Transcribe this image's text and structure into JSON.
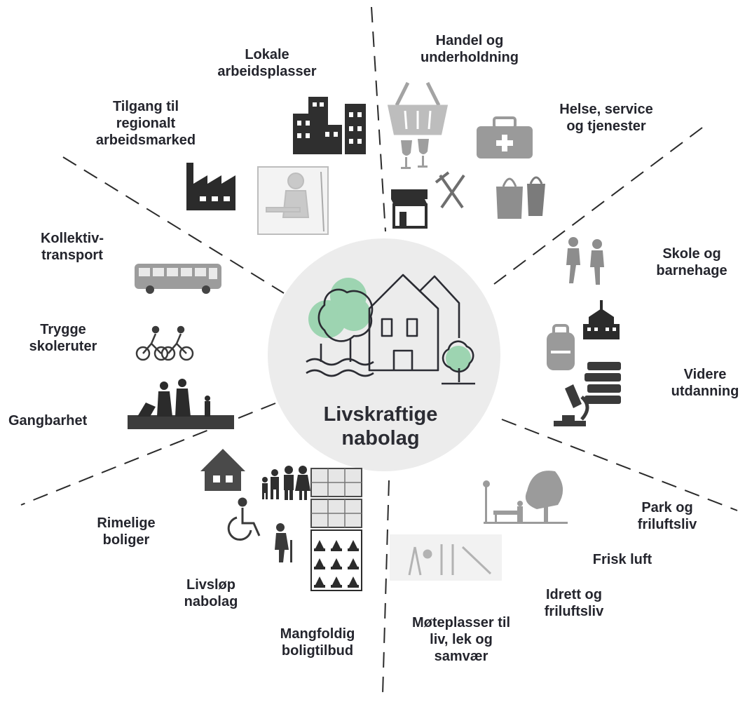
{
  "center": {
    "title": "Livskraftige\nnabolag"
  },
  "labels": {
    "handel": "Handel og\nunderholdning",
    "helse": "Helse, service\nog tjenester",
    "skole": "Skole og\nbarnehage",
    "utdanning": "Videre\nutdanning",
    "park": "Park og\nfriluftsliv",
    "frisk": "Frisk luft",
    "idrett": "Idrett og\nfriluftsliv",
    "moteplasser": "Møteplasser til\nliv, lek og\nsamvær",
    "mangfoldig": "Mangfoldig\nboligtilbud",
    "livslop": "Livsløp\nnabolag",
    "rimelige": "Rimelige\nboliger",
    "gangbarhet": "Gangbarhet",
    "trygge": "Trygge\nskoleruter",
    "kollektiv": "Kollektiv-\ntransport",
    "tilgang": "Tilgang til\nregionalt\narbeidsmarked",
    "lokale": "Lokale\narbeidsplasser"
  },
  "colors": {
    "text": "#24252d",
    "circle": "#ececec",
    "accent_green": "#9dd4b1",
    "icon_gray": "#8a8a8a",
    "icon_dark": "#2b2b2b"
  },
  "icons": [
    "buildings-icon",
    "factory-icon",
    "office-worker-icon",
    "basket-icon",
    "first-aid-kit-icon",
    "wine-glasses-icon",
    "cutlery-icon",
    "shop-icon",
    "shopping-bags-icon",
    "children-walking-icon",
    "school-building-icon",
    "backpack-icon",
    "books-icon",
    "microscope-icon",
    "park-bench-icon",
    "playground-icon",
    "apartment-blocks-icon",
    "family-icon",
    "wheelchair-icon",
    "elderly-person-icon",
    "house-icon",
    "bus-icon",
    "cyclists-icon",
    "pedestrians-icon",
    "house-with-trees-icon"
  ]
}
